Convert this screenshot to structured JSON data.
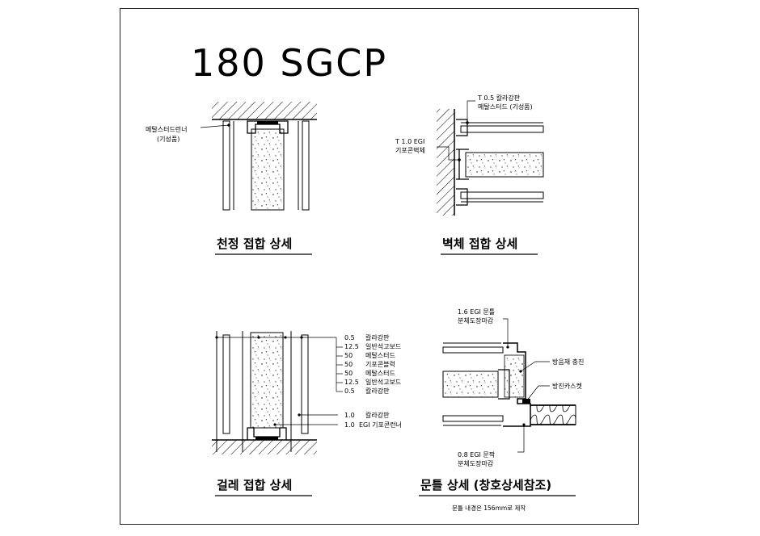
{
  "title": "180 SGCP",
  "ceiling": {
    "caption": "천정 접합 상세",
    "label_line1": "메탈스터드런너",
    "label_line2": "(기성품)"
  },
  "wall": {
    "caption": "벽체 접합 상세",
    "top_label_line1": "T 0.5 칼라강판",
    "top_label_line2": "메탈스터드 (기성품)",
    "left_label_line1": "T 1.0 EGI",
    "left_label_line2": "기포콘벽체"
  },
  "skirting": {
    "caption": "걸레 접합 상세",
    "layers": [
      {
        "thk": "0.5",
        "name": "칼라강판"
      },
      {
        "thk": "12.5",
        "name": "일반석고보드"
      },
      {
        "thk": "50",
        "name": "메탈스터드"
      },
      {
        "thk": "50",
        "name": "기포콘블럭"
      },
      {
        "thk": "50",
        "name": "메탈스터드"
      },
      {
        "thk": "12.5",
        "name": "일반석고보드"
      },
      {
        "thk": "0.5",
        "name": "칼라강판"
      }
    ],
    "bottom_labels": [
      {
        "thk": "1.0",
        "name": "칼라강판"
      },
      {
        "thk": "1.0",
        "name": "EGI 기포콘런너"
      }
    ]
  },
  "door": {
    "caption": "문틀 상세 (창호상세참조)",
    "note": "문틀 내경은 156mm로 제작",
    "top_label_line1": "1.6 EGI 문틀",
    "top_label_line2": "분체도장마감",
    "right_label_1": "방음재 충진",
    "right_label_2": "방진카스켓",
    "bottom_label_line1": "0.8 EGI 문짝",
    "bottom_label_line2": "분체도장마감"
  }
}
